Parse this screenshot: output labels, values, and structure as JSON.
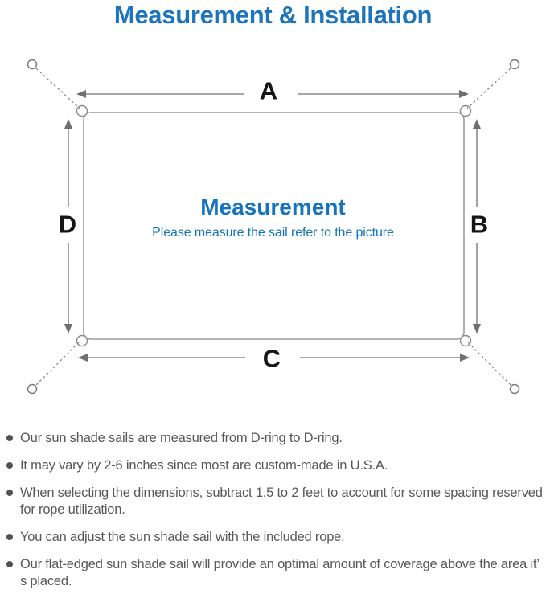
{
  "page": {
    "title": "Measurement & Installation"
  },
  "diagram": {
    "labels": {
      "top": "A",
      "right": "B",
      "bottom": "C",
      "left": "D"
    },
    "center_title": "Measurement",
    "center_subtitle": "Please measure the sail refer to the picture"
  },
  "notes": {
    "items": [
      {
        "text": "Our sun shade sails are measured from D-ring to D-ring."
      },
      {
        "text": "It may vary by 2-6 inches since most are custom-made in U.S.A."
      },
      {
        "text": "When selecting the dimensions, subtract 1.5 to 2 feet to account for some spacing reserved for rope utilization."
      },
      {
        "text": "You can adjust the sun shade sail with the included rope."
      },
      {
        "text": "Our flat-edged sun shade sail will provide an optimal amount of coverage above the area it’ s placed."
      }
    ]
  },
  "colors": {
    "accent_blue": "#1b74bc",
    "center_blue": "#1574bd",
    "note_gray": "#58585b",
    "line_gray": "#8a8a8a",
    "label_black": "#161616"
  }
}
